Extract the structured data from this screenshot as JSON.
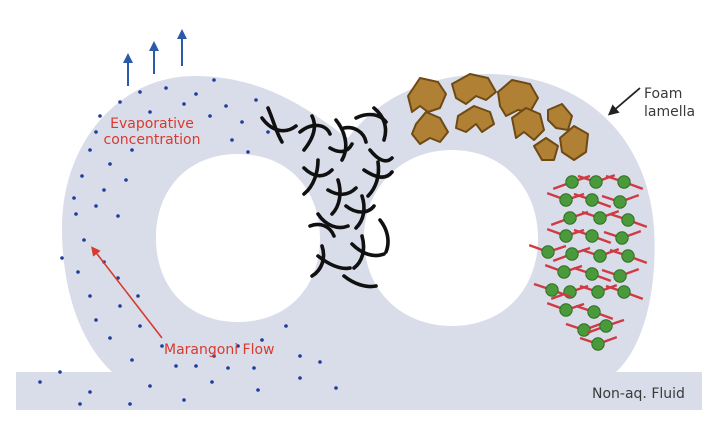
{
  "labels": {
    "evaporative_line1": "Evaporative",
    "evaporative_line2": "concentration",
    "marangoni": "Marangoni Flow",
    "foam_line1": "Foam",
    "foam_line2": "lamella",
    "fluid": "Non-aq. Fluid"
  },
  "icons": {
    "evaporation": "arrow-up-icon",
    "flow": "arrow-icon",
    "pointer": "arrow-icon"
  },
  "colors": {
    "fluid": "#d9dde9",
    "particle": "#1f3d9a",
    "evap_arrow": "#2a5aa8",
    "text_red": "#d83a2f",
    "text_dark": "#3a3a3a",
    "polymer": "#101010",
    "aggregate": "#b08034",
    "aggregate_edge": "#6e4a14",
    "surfactant_head": "#4a9a3c",
    "surfactant_head_edge": "#2e6e24",
    "surfactant_tail": "#d03a42"
  }
}
